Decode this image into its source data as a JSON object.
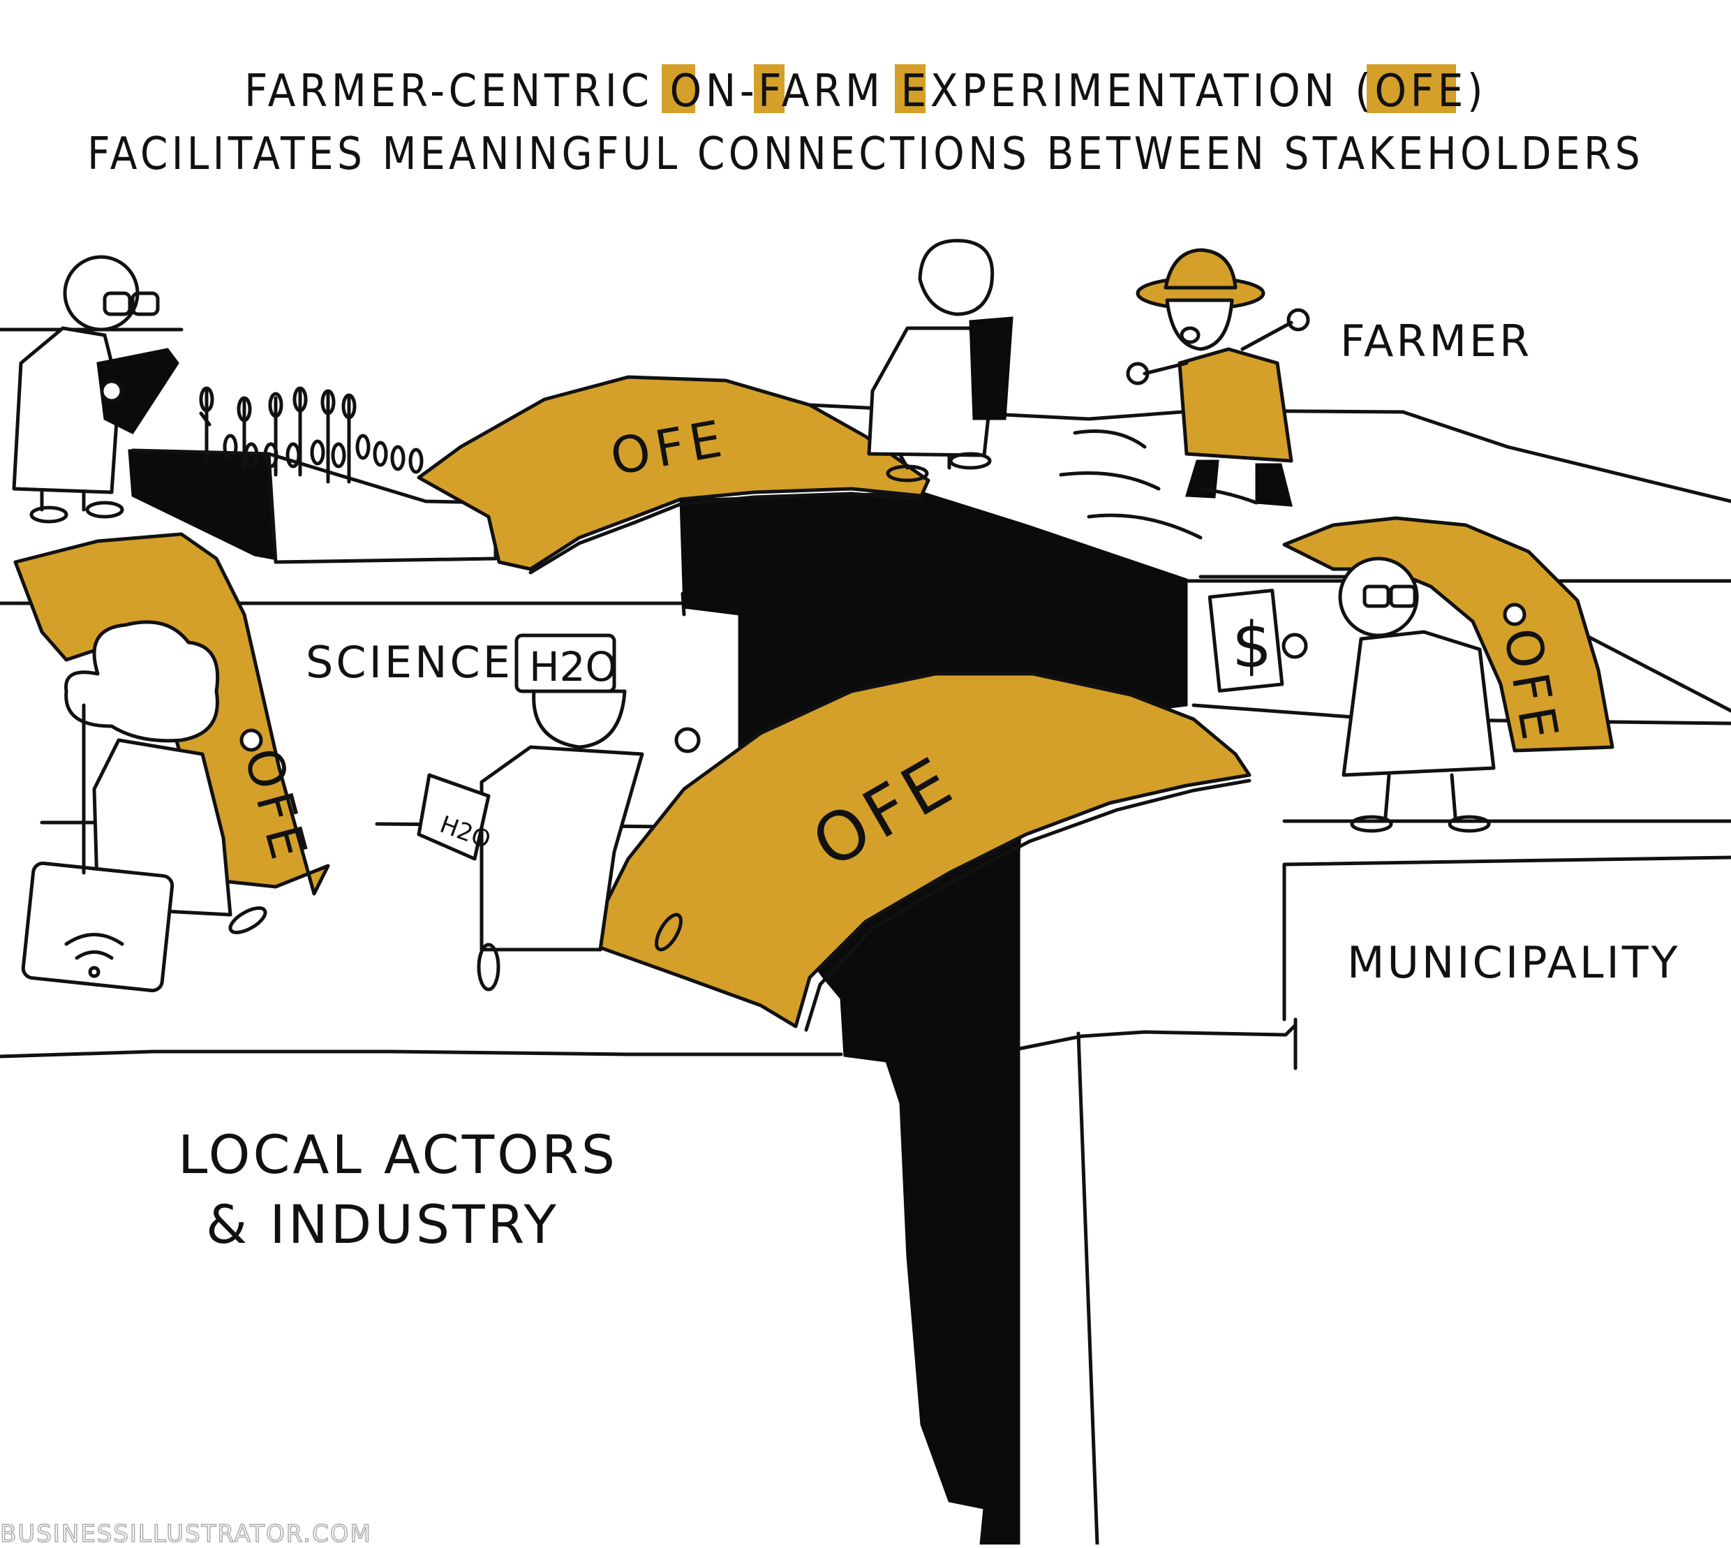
{
  "title": {
    "line1": {
      "part_a": "FARMER-CENTRIC ",
      "hl_o": "O",
      "part_b": "N-",
      "hl_f": "F",
      "part_c": "ARM ",
      "hl_e": "E",
      "part_d": "XPERIMENTATION (",
      "hl_ofe": "OFE",
      "part_e": ")"
    },
    "line2": "FACILITATES MEANINGFUL CONNECTIONS BETWEEN STAKEHOLDERS",
    "highlight_color": "#d4a02a"
  },
  "stakeholders": {
    "farmer": "FARMER",
    "science": "SCIENCE",
    "municipality": "MUNICIPALITY",
    "local_actors_line1": "LOCAL ACTORS",
    "local_actors_line2": "& INDUSTRY"
  },
  "bridges": {
    "top": "OFE",
    "center": "OFE",
    "left": "OFE",
    "right": "OFE"
  },
  "props": {
    "helmet_text": "H2O",
    "sign_text": "H2O",
    "money_text": "$"
  },
  "credit": "BUSINESSILLUSTRATOR.COM",
  "colors": {
    "bridge": "#d4a02a",
    "chasm": "#0b0b0b",
    "ink": "#111111"
  }
}
